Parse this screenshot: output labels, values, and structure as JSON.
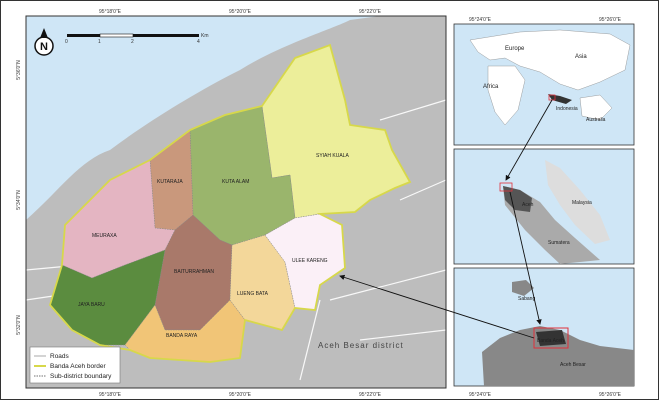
{
  "main_map": {
    "top_ticks": [
      "95°18'0\"E",
      "95°20'0\"E",
      "95°22'0\"E"
    ],
    "bottom_ticks": [
      "95°18'0\"E",
      "95°20'0\"E",
      "95°22'0\"E"
    ],
    "left_ticks": [
      "5°36'0\"N",
      "5°34'0\"N",
      "5°32'0\"N"
    ],
    "scale": {
      "ticks": [
        "0",
        "1",
        "2",
        "4"
      ],
      "unit": "Km"
    },
    "north_label": "N",
    "subdistricts": [
      {
        "name": "MEURAXA",
        "color": "#e4b5c2"
      },
      {
        "name": "KUTARAJA",
        "color": "#c9987c"
      },
      {
        "name": "KUTA ALAM",
        "color": "#9ab56c"
      },
      {
        "name": "SYIAH KUALA",
        "color": "#ecee9a"
      },
      {
        "name": "BAITURRAHMAN",
        "color": "#a9796a"
      },
      {
        "name": "JAYA BARU",
        "color": "#5b8c3f"
      },
      {
        "name": "BANDA RAYA",
        "color": "#f1c577"
      },
      {
        "name": "LUENG BATA",
        "color": "#f3d79a"
      },
      {
        "name": "ULEE KARENG",
        "color": "#fbf0f7"
      }
    ],
    "district_label": "Aceh Besar district"
  },
  "legend": {
    "items": [
      {
        "label": "Roads",
        "symbol": "road"
      },
      {
        "label": "Banda Aceh border",
        "symbol": "border",
        "color": "#d7d84a"
      },
      {
        "label": "Sub-district boundary",
        "symbol": "dashed"
      }
    ]
  },
  "inset_world": {
    "top_ticks": [
      "95°24'0\"E",
      "95°26'0\"E"
    ],
    "labels": [
      "Europe",
      "Asia",
      "Africa",
      "Indonesia",
      "Australia"
    ]
  },
  "inset_sumatra": {
    "labels": [
      "Aceh",
      "Malaysia",
      "Sumatera"
    ]
  },
  "inset_aceh": {
    "bottom_ticks": [
      "95°24'0\"E",
      "95°26'0\"E"
    ],
    "labels": [
      "Sabang",
      "Banda Aceh",
      "Aceh Besar"
    ]
  },
  "colors": {
    "sea": "#cfe6f6",
    "land": "#bdbdbd",
    "highlight": "#e0303a"
  }
}
